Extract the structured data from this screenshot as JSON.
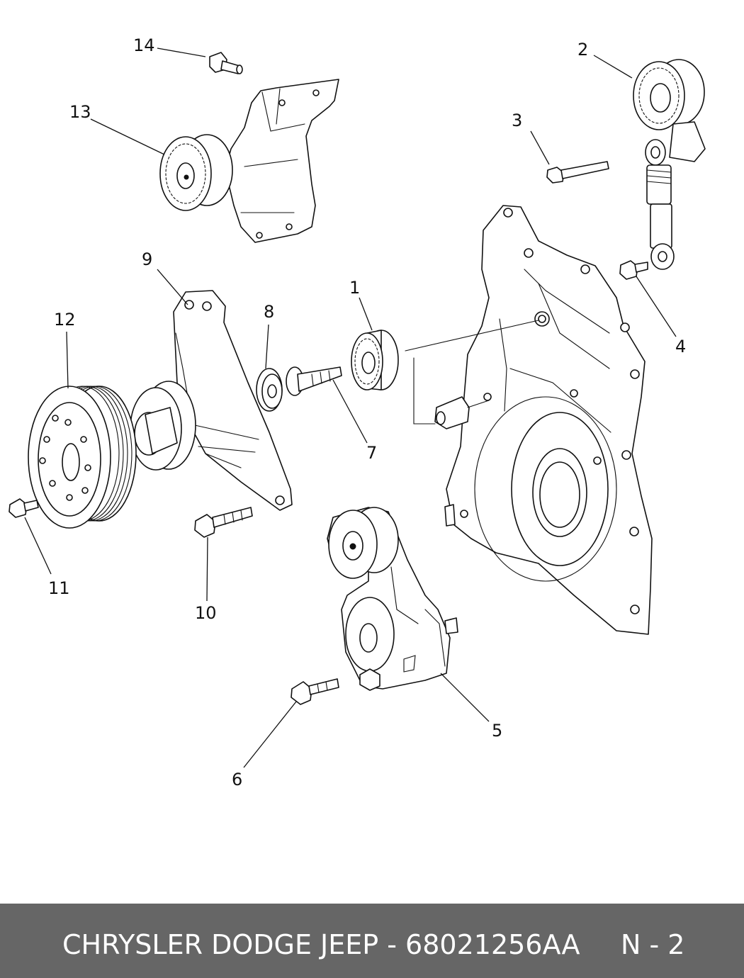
{
  "diagram": {
    "callouts": [
      "1",
      "2",
      "3",
      "4",
      "5",
      "6",
      "7",
      "8",
      "9",
      "10",
      "11",
      "12",
      "13",
      "14"
    ]
  },
  "footer": {
    "title": "CHRYSLER DODGE JEEP - 68021256AA",
    "page": "N - 2",
    "background": "#666666",
    "text_color": "#ffffff"
  }
}
